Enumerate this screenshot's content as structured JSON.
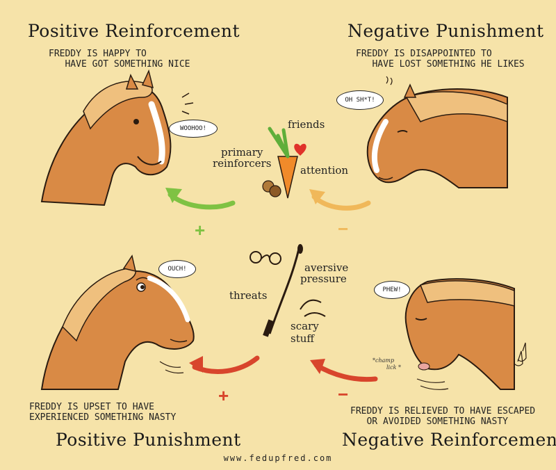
{
  "quadrants": {
    "top_left": {
      "title": "Positive Reinforcement",
      "caption": "FREDDY IS HAPPY TO\n   HAVE GOT SOMETHING NICE",
      "bubble": "WOOHOO!",
      "sign": "+"
    },
    "top_right": {
      "title": "Negative Punishment",
      "caption": "FREDDY IS DISAPPOINTED TO\n   HAVE LOST SOMETHING HE LIKES",
      "bubble": "OH SH*T!",
      "sign": "−"
    },
    "bottom_left": {
      "title": "Positive Punishment",
      "caption": "FREDDY IS UPSET TO HAVE\nEXPERIENCED SOMETHING NASTY",
      "bubble": "OUCH!",
      "sign": "+"
    },
    "bottom_right": {
      "title": "Negative Reinforcement",
      "caption": "FREDDY IS RELIEVED TO HAVE ESCAPED\n   OR AVOIDED SOMETHING NASTY",
      "bubble": "PHEW!",
      "sign": "−",
      "sound_1": "*champ",
      "sound_2": "lick *"
    }
  },
  "center_top": {
    "friends": "friends",
    "primary_1": "primary",
    "primary_2": "reinforcers",
    "attention": "attention"
  },
  "center_bottom": {
    "threats": "threats",
    "aversive_1": "aversive",
    "aversive_2": "pressure",
    "scary_1": "scary",
    "scary_2": "stuff"
  },
  "footer": "www.fedupfred.com",
  "colors": {
    "background": "#f6e3a9",
    "horse_coat": "#d98a45",
    "horse_mane": "#efc07e",
    "positive_arrow": "#7fc243",
    "negative_punish_arrow": "#f0b85a",
    "punishment_arrow": "#d8452c"
  }
}
